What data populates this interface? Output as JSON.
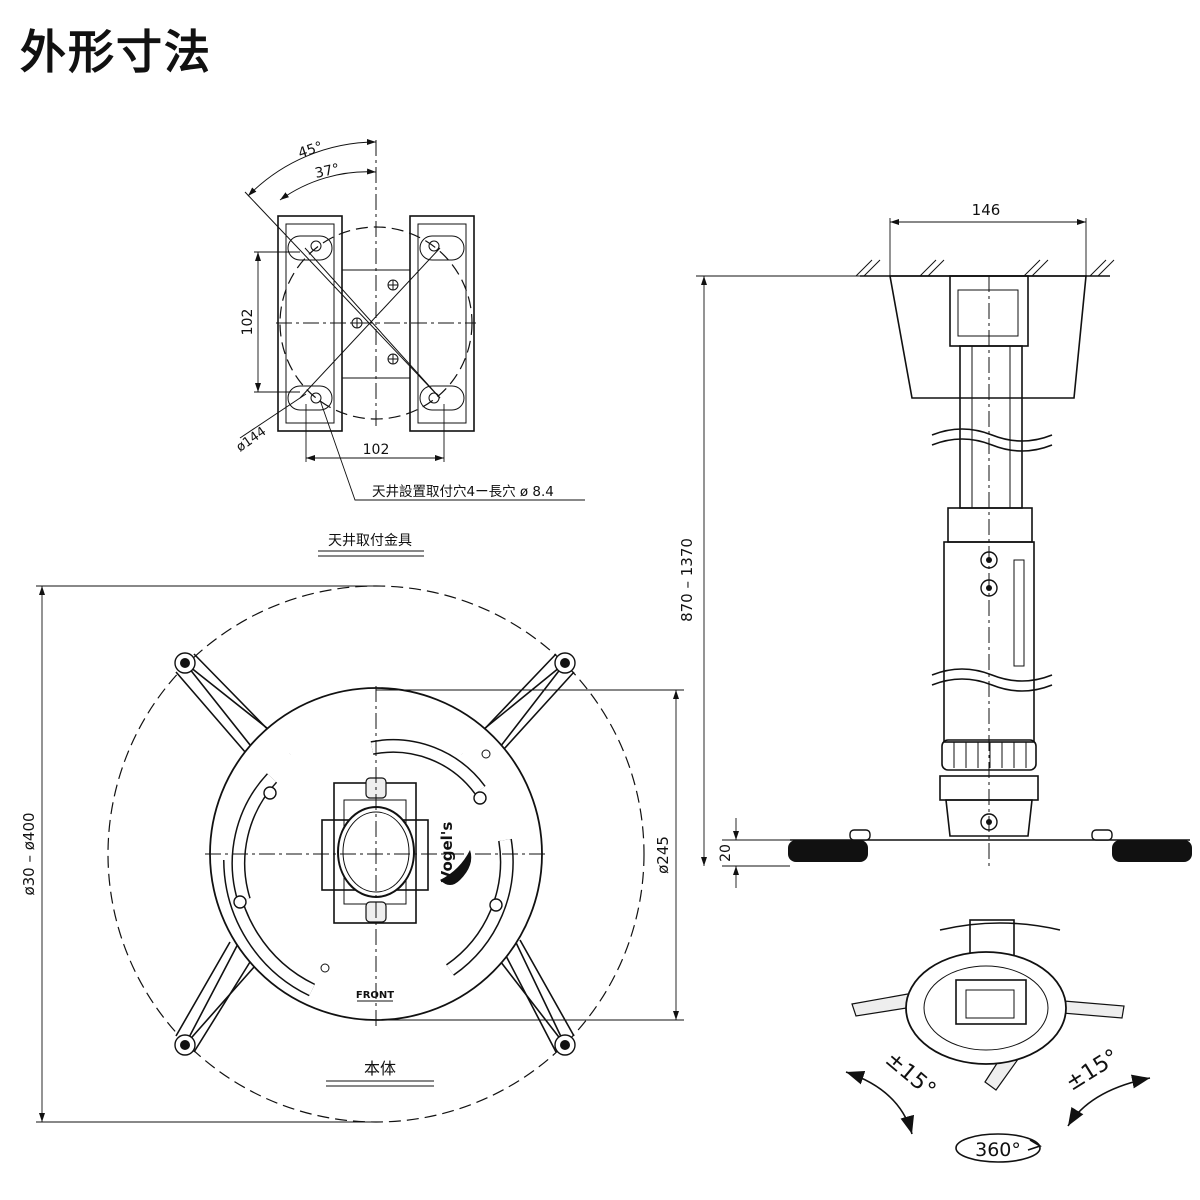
{
  "title": "外形寸法",
  "ceiling_bracket": {
    "caption": "天井取付金具",
    "angle_45": "45°",
    "angle_37": "37°",
    "dim_102_vertical": "102",
    "dim_102_horizontal": "102",
    "dim_diameter": "ø144",
    "hole_note": "天井設置取付穴4ー長穴 ø 8.4"
  },
  "main_body": {
    "caption": "本体",
    "dim_outer_diameter": "ø30 – ø400",
    "dim_plate_diameter": "ø245",
    "front_label": "FRONT",
    "brand_label": "Vogel's"
  },
  "side_view": {
    "dim_width": "146",
    "dim_height": "870 – 1370",
    "dim_20": "20"
  },
  "rotation": {
    "tilt_left": "±15°",
    "tilt_right": "±15°",
    "rotate": "360°"
  }
}
